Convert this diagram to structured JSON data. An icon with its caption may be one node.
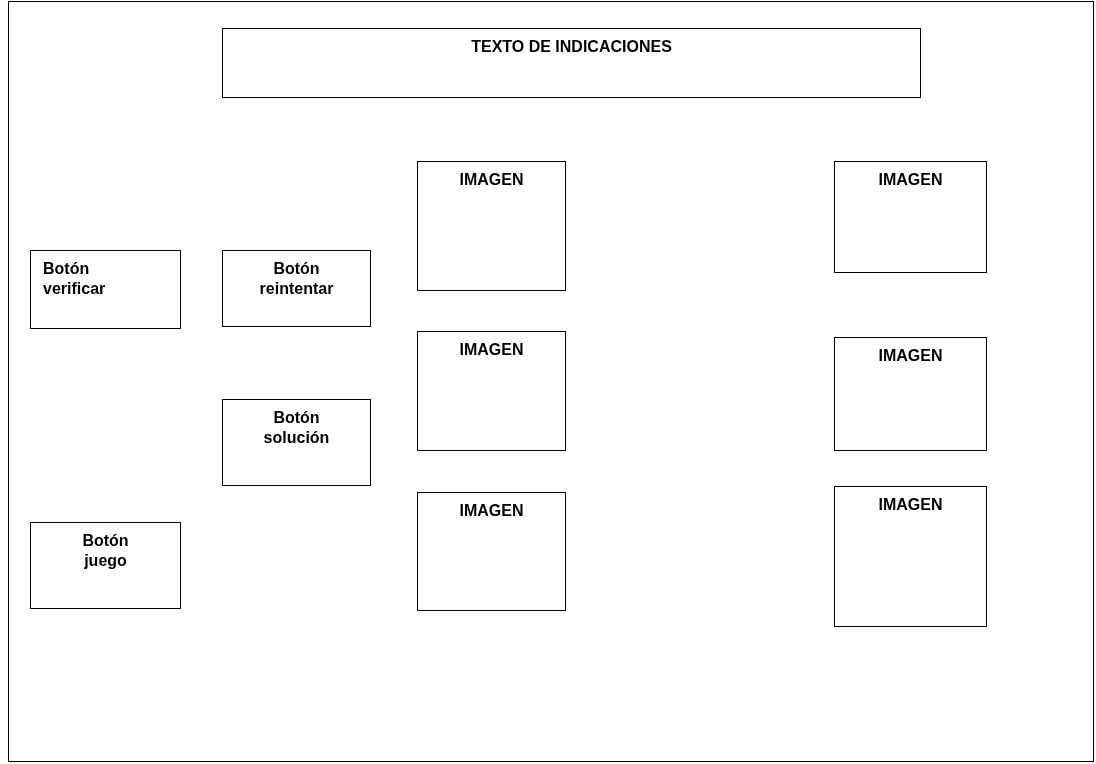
{
  "diagram": {
    "nodes": [
      {
        "text": [],
        "shape": "box"
      },
      {
        "text": [
          "TEXTO DE INDICACIONES"
        ],
        "in": 0
      },
      {
        "text": [
          "IMAGEN"
        ],
        "in": 0
      },
      {
        "text": [
          "IMAGEN"
        ],
        "in": 0
      },
      {
        "text": [
          "Botón verificar"
        ],
        "in": 0
      },
      {
        "text": [
          "Botón reintentar"
        ],
        "in": 0
      },
      {
        "text": [
          "IMAGEN"
        ],
        "in": 0
      },
      {
        "text": [
          "IMAGEN"
        ],
        "in": 0
      },
      {
        "text": [
          "Botón solución"
        ],
        "in": 0
      },
      {
        "text": [
          "IMAGEN"
        ],
        "in": 0
      },
      {
        "text": [
          "IMAGEN"
        ],
        "in": 0
      },
      {
        "text": [
          "Botón juego"
        ],
        "in": 0
      }
    ]
  }
}
